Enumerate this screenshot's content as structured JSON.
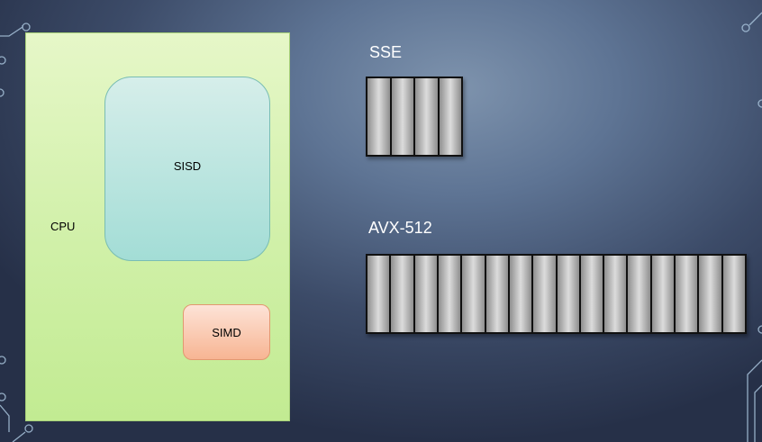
{
  "diagram": {
    "cpu": {
      "label": "CPU"
    },
    "sisd": {
      "label": "SISD"
    },
    "simd": {
      "label": "SIMD"
    },
    "registers": [
      {
        "id": "sse",
        "title": "SSE",
        "lanes": 4
      },
      {
        "id": "avx512",
        "title": "AVX-512",
        "lanes": 16
      }
    ]
  },
  "colors": {
    "cpu_fill": "#d0f0a8",
    "sisd_fill": "#a3ddd6",
    "simd_fill": "#f7b593",
    "lane_fill": "#c8c8c8"
  }
}
